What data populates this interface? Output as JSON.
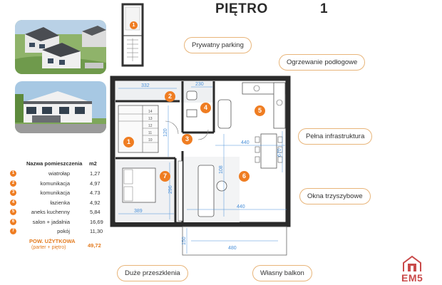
{
  "header": {
    "floor_label": "PIĘTRO",
    "floor_number": "1"
  },
  "legend": {
    "col_name": "Nazwa pomieszczenia",
    "col_area": "m2",
    "rooms": [
      {
        "num": "1",
        "name": "wiatrołap",
        "area": "1,27"
      },
      {
        "num": "2",
        "name": "komunikacja",
        "area": "4,97"
      },
      {
        "num": "3",
        "name": "komunikacja",
        "area": "4.73"
      },
      {
        "num": "4",
        "name": "łazienka",
        "area": "4,92"
      },
      {
        "num": "5",
        "name": "aneks kuchenny",
        "area": "5,84"
      },
      {
        "num": "6",
        "name": "salon + jadalnia",
        "area": "16,69"
      },
      {
        "num": "7",
        "name": "pokój",
        "area": "11,30"
      }
    ],
    "total_label": "POW. UŻYTKOWA",
    "total_sub": "(parter + piętro)",
    "total_value": "49,72"
  },
  "features": {
    "parking": "Prywatny parking",
    "heating": "Ogrzewanie podłogowe",
    "infrastructure": "Pełna infrastruktura",
    "windows": "Okna trzyszybowe",
    "glazing": "Duże przeszklenia",
    "balcony": "Własny balkon"
  },
  "plan": {
    "badges": [
      "1",
      "2",
      "3",
      "4",
      "5",
      "6",
      "7"
    ],
    "dims": {
      "d332": "332",
      "d230": "230",
      "d440a": "440",
      "d440b": "440",
      "d389": "389",
      "d296": "296",
      "d150": "150",
      "d480": "480",
      "d108": "108",
      "d120": "120",
      "d670": "670"
    },
    "stairs": [
      "14",
      "13",
      "12",
      "11",
      "10"
    ]
  },
  "mini_plan": {
    "badge": "1"
  },
  "brand": {
    "logo_text": "EM5",
    "accent": "#ef7d22",
    "pill_border": "#e8b57a",
    "logo_color": "#c94a4a"
  }
}
